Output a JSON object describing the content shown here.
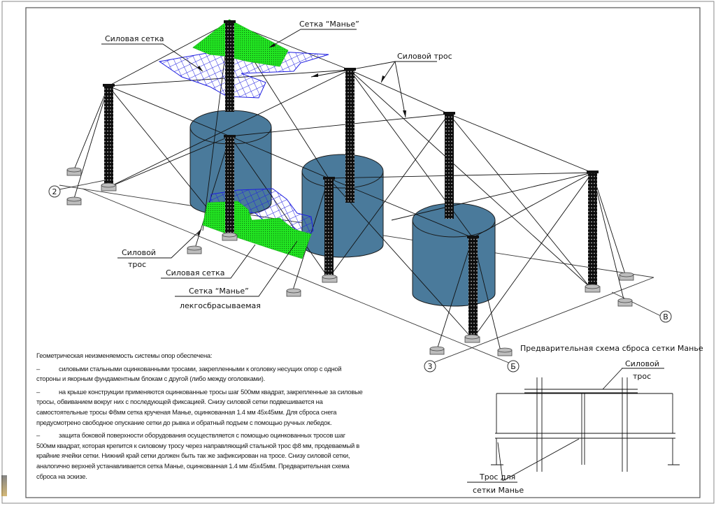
{
  "labels": {
    "power_net_top": "Силовая сетка",
    "manier_net_top": "Сетка “Манье”",
    "power_cable_top": "Силовой трос",
    "power_cable_left_1": "Силовой",
    "power_cable_left_2": "трос",
    "power_net_bottom": "Силовая сетка",
    "manier_net_bottom_1": "Сетка “Манье”",
    "manier_net_bottom_2": "лекгосбрасываемая"
  },
  "axes": {
    "a2": "2",
    "a3": "3",
    "aB": "Б",
    "aV": "В"
  },
  "notes": {
    "heading": "Геометрическая неизменяемость системы опор обеспечена:",
    "dash": "–",
    "items": [
      "силовыми стальными оцинкованными тросами, закрепленными к оголовку несущих опор с одной стороны и якорным фундаментным блокам с другой (либо между оголовками).",
      "на крыше конструкции применяются оцинкованные тросы шаг 500мм квадрат, закрепленные за силовые тросы, обвиванием вокруг них с последующей фиксацией. Снизу силовой сетки подвешивается на самостоятельные тросы Ф8мм сетка крученая Манье, оцинкованная 1.4 мм 45х45мм. Для сброса снега предусмотрено свободное опускание сетки до рывка и обратный подъем с помощью ручных лебедок.",
      "защита боковой поверхности оборудования осуществляется с помощью оцинкованных тросов шаг 500мм квадрат, которая крепится к силовому тросу через направляющий стальной трос ф8 мм, продеваемый в крайние ячейки сетки. Нижний край сетки должен быть так же зафиксирован на тросе. Снизу силовой сетки, аналогично верхней устанавливается сетка Манье, оцинкованная 1.4 мм 45х45мм. Предварительная схема сброса на эскизе."
    ]
  },
  "scheme": {
    "title": "Предварительная схема сброса сетки Манье",
    "cable_1": "Силовой",
    "cable_2": "трос",
    "manier_1": "Трос для",
    "manier_2": "сетки Манье"
  },
  "colors": {
    "tank": "#4a7a9b",
    "power_net": "#1f1fe0",
    "manier_net": "#22e622",
    "tower": "#0d0d0d",
    "anchor": "#bdbdbd"
  }
}
